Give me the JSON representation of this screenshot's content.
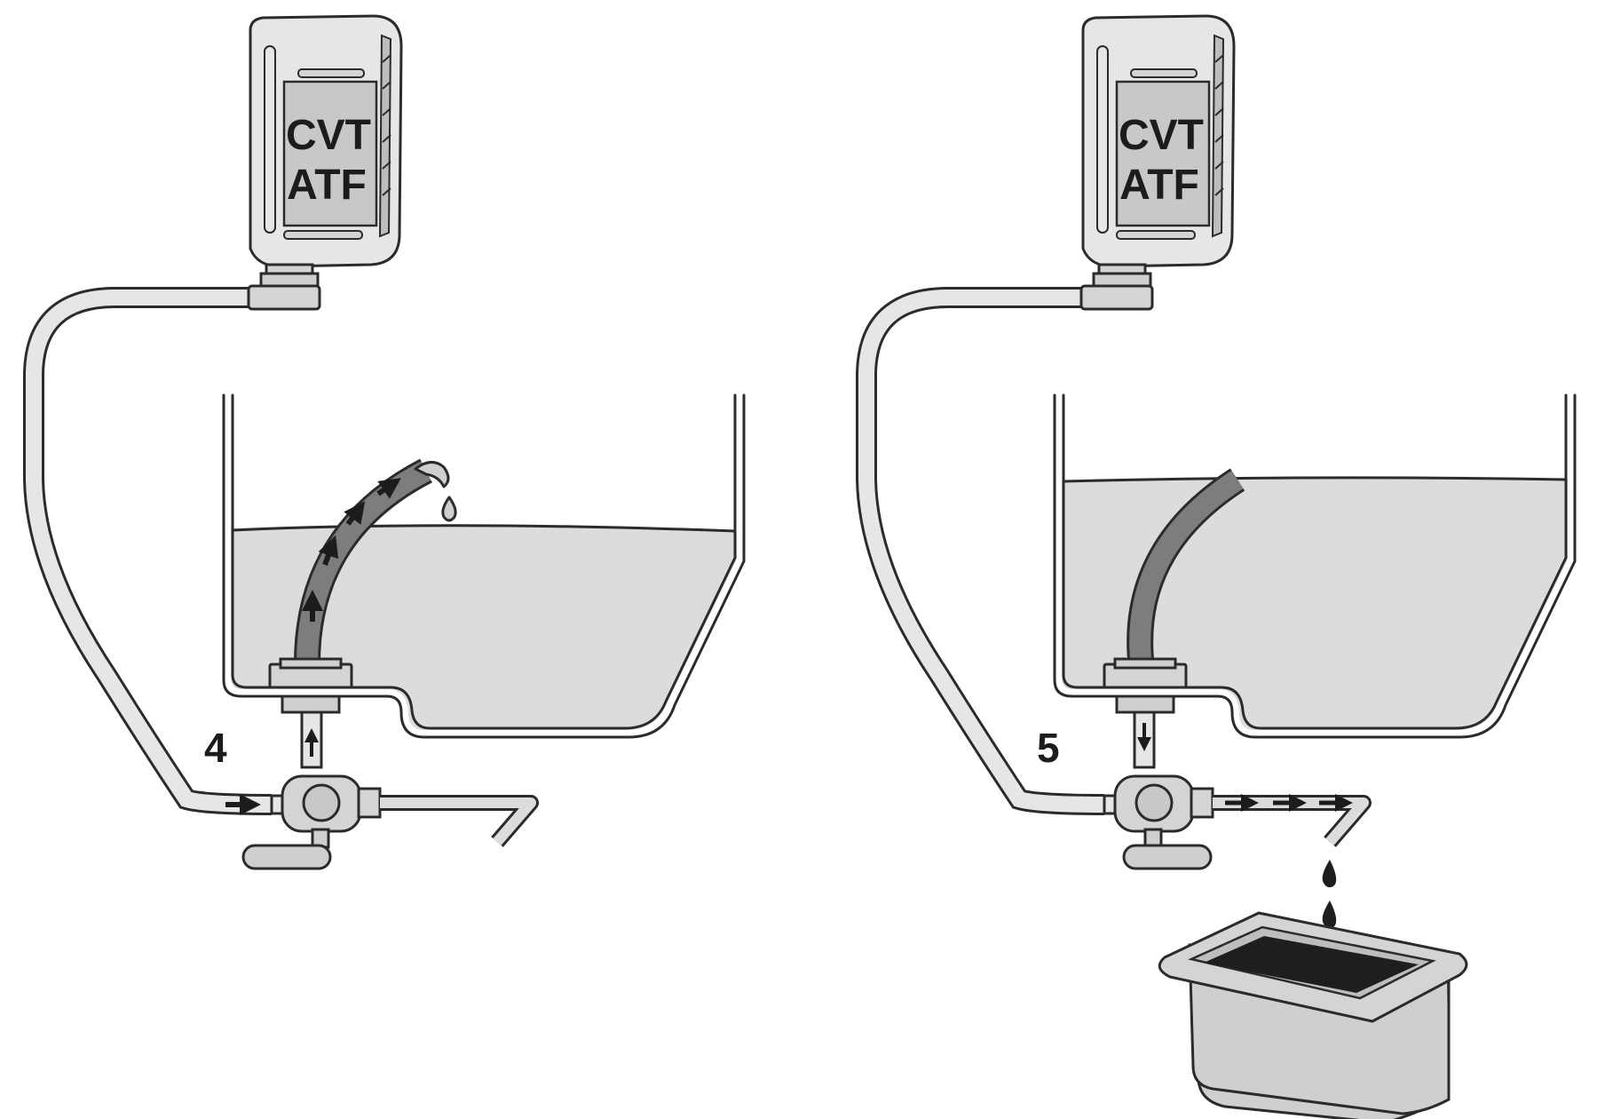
{
  "panels": [
    {
      "step": "4",
      "bottle_line1": "CVT",
      "bottle_line2": "ATF",
      "pump_direction": "up",
      "outflow": "to-pan"
    },
    {
      "step": "5",
      "bottle_line1": "CVT",
      "bottle_line2": "ATF",
      "pump_direction": "down",
      "outflow": "to-drain-tray"
    }
  ],
  "colors": {
    "outline": "#2b2b2b",
    "fluid": "#dcdcdc",
    "bottle": "#e6e6e6",
    "label_panel": "#c8c8c8",
    "dark_tube": "#7d7d7d",
    "used_oil": "#1e1e1e"
  }
}
